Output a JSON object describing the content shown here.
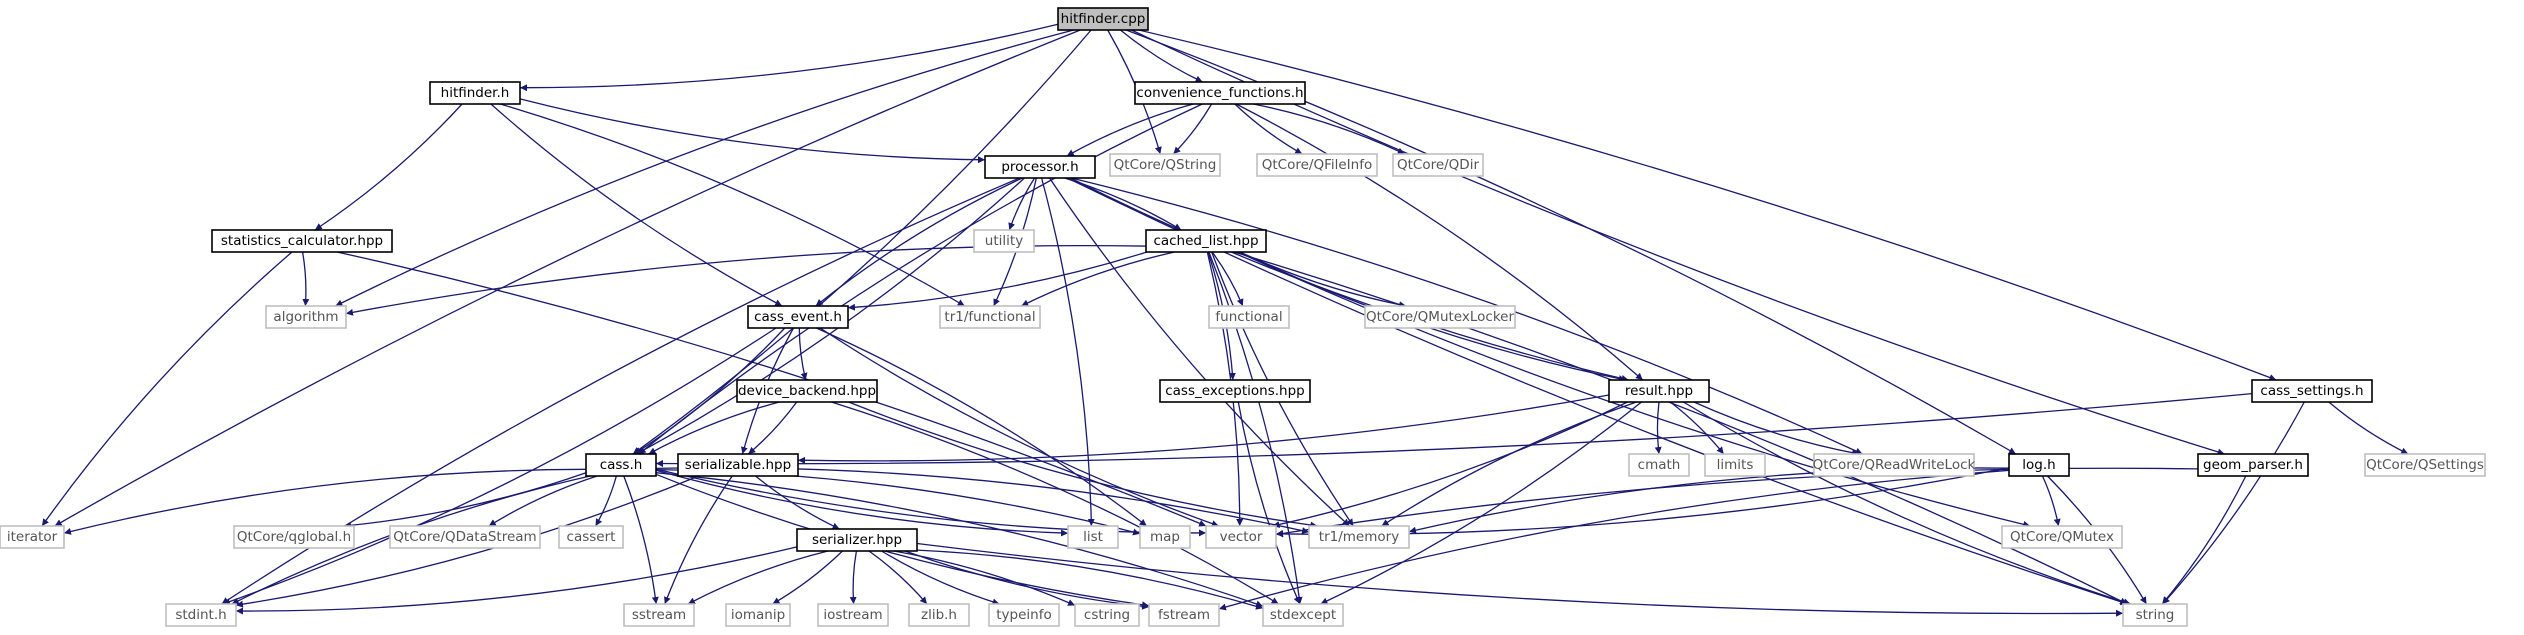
{
  "colors": {
    "edge": "#191970",
    "main_fill": "#bfbfbf",
    "node_border_local": "#000000",
    "node_border_external": "#bfbfbf",
    "external_text": "#555555"
  },
  "nodes": [
    {
      "id": "hitfinder_cpp",
      "label": "hitfinder.cpp",
      "kind": "main"
    },
    {
      "id": "hitfinder_h",
      "label": "hitfinder.h",
      "kind": "local"
    },
    {
      "id": "convenience_functions_h",
      "label": "convenience_functions.h",
      "kind": "local"
    },
    {
      "id": "processor_h",
      "label": "processor.h",
      "kind": "local"
    },
    {
      "id": "qtcore_qstring",
      "label": "QtCore/QString",
      "kind": "external"
    },
    {
      "id": "qtcore_qfileinfo",
      "label": "QtCore/QFileInfo",
      "kind": "external"
    },
    {
      "id": "qtcore_qdir",
      "label": "QtCore/QDir",
      "kind": "external"
    },
    {
      "id": "utility",
      "label": "utility",
      "kind": "external"
    },
    {
      "id": "statistics_calculator_hpp",
      "label": "statistics_calculator.hpp",
      "kind": "local"
    },
    {
      "id": "cached_list_hpp",
      "label": "cached_list.hpp",
      "kind": "local"
    },
    {
      "id": "algorithm",
      "label": "algorithm",
      "kind": "external"
    },
    {
      "id": "tr1_functional",
      "label": "tr1/functional",
      "kind": "external"
    },
    {
      "id": "functional",
      "label": "functional",
      "kind": "external"
    },
    {
      "id": "qtcore_qmutexlocker",
      "label": "QtCore/QMutexLocker",
      "kind": "external"
    },
    {
      "id": "cass_event_h",
      "label": "cass_event.h",
      "kind": "local"
    },
    {
      "id": "device_backend_hpp",
      "label": "device_backend.hpp",
      "kind": "local"
    },
    {
      "id": "cass_exceptions_hpp",
      "label": "cass_exceptions.hpp",
      "kind": "local"
    },
    {
      "id": "result_hpp",
      "label": "result.hpp",
      "kind": "local"
    },
    {
      "id": "cass_settings_h",
      "label": "cass_settings.h",
      "kind": "local"
    },
    {
      "id": "qtcore_qsettings",
      "label": "QtCore/QSettings",
      "kind": "external"
    },
    {
      "id": "cass_h",
      "label": "cass.h",
      "kind": "local"
    },
    {
      "id": "serializable_hpp",
      "label": "serializable.hpp",
      "kind": "local"
    },
    {
      "id": "cmath",
      "label": "cmath",
      "kind": "external"
    },
    {
      "id": "limits",
      "label": "limits",
      "kind": "external"
    },
    {
      "id": "qtcore_qreadwritelock",
      "label": "QtCore/QReadWriteLock",
      "kind": "external"
    },
    {
      "id": "log_h",
      "label": "log.h",
      "kind": "local"
    },
    {
      "id": "geom_parser_h",
      "label": "geom_parser.h",
      "kind": "local"
    },
    {
      "id": "iterator",
      "label": "iterator",
      "kind": "external"
    },
    {
      "id": "qtcore_qglobal_h",
      "label": "QtCore/qglobal.h",
      "kind": "external"
    },
    {
      "id": "qtcore_qdatastream",
      "label": "QtCore/QDataStream",
      "kind": "external"
    },
    {
      "id": "cassert",
      "label": "cassert",
      "kind": "external"
    },
    {
      "id": "list",
      "label": "list",
      "kind": "external"
    },
    {
      "id": "map",
      "label": "map",
      "kind": "external"
    },
    {
      "id": "vector",
      "label": "vector",
      "kind": "external"
    },
    {
      "id": "tr1_memory",
      "label": "tr1/memory",
      "kind": "external"
    },
    {
      "id": "qtcore_qmutex",
      "label": "QtCore/QMutex",
      "kind": "external"
    },
    {
      "id": "serializer_hpp",
      "label": "serializer.hpp",
      "kind": "local"
    },
    {
      "id": "stdint_h",
      "label": "stdint.h",
      "kind": "external"
    },
    {
      "id": "sstream",
      "label": "sstream",
      "kind": "external"
    },
    {
      "id": "iomanip",
      "label": "iomanip",
      "kind": "external"
    },
    {
      "id": "iostream",
      "label": "iostream",
      "kind": "external"
    },
    {
      "id": "zlib_h",
      "label": "zlib.h",
      "kind": "external"
    },
    {
      "id": "typeinfo",
      "label": "typeinfo",
      "kind": "external"
    },
    {
      "id": "cstring",
      "label": "cstring",
      "kind": "external"
    },
    {
      "id": "fstream",
      "label": "fstream",
      "kind": "external"
    },
    {
      "id": "stdexcept",
      "label": "stdexcept",
      "kind": "external"
    },
    {
      "id": "string",
      "label": "string",
      "kind": "external"
    }
  ],
  "edges": [
    [
      "hitfinder_cpp",
      "hitfinder_h"
    ],
    [
      "hitfinder_cpp",
      "convenience_functions_h"
    ],
    [
      "hitfinder_cpp",
      "qtcore_qstring"
    ],
    [
      "hitfinder_cpp",
      "algorithm"
    ],
    [
      "hitfinder_cpp",
      "cass_h"
    ],
    [
      "hitfinder_cpp",
      "iterator"
    ],
    [
      "hitfinder_cpp",
      "log_h"
    ],
    [
      "hitfinder_cpp",
      "geom_parser_h"
    ],
    [
      "hitfinder_cpp",
      "cass_settings_h"
    ],
    [
      "hitfinder_h",
      "processor_h"
    ],
    [
      "hitfinder_h",
      "statistics_calculator_hpp"
    ],
    [
      "hitfinder_h",
      "cass_event_h"
    ],
    [
      "hitfinder_h",
      "tr1_functional"
    ],
    [
      "convenience_functions_h",
      "processor_h"
    ],
    [
      "convenience_functions_h",
      "qtcore_qstring"
    ],
    [
      "convenience_functions_h",
      "qtcore_qfileinfo"
    ],
    [
      "convenience_functions_h",
      "qtcore_qdir"
    ],
    [
      "convenience_functions_h",
      "cass_h"
    ],
    [
      "convenience_functions_h",
      "result_hpp"
    ],
    [
      "processor_h",
      "utility"
    ],
    [
      "processor_h",
      "cached_list_hpp"
    ],
    [
      "processor_h",
      "cass_event_h"
    ],
    [
      "processor_h",
      "cass_h"
    ],
    [
      "processor_h",
      "result_hpp"
    ],
    [
      "processor_h",
      "list"
    ],
    [
      "processor_h",
      "stdint_h"
    ],
    [
      "processor_h",
      "tr1_functional"
    ],
    [
      "processor_h",
      "tr1_memory"
    ],
    [
      "processor_h",
      "qtcore_qreadwritelock"
    ],
    [
      "processor_h",
      "string"
    ],
    [
      "statistics_calculator_hpp",
      "algorithm"
    ],
    [
      "statistics_calculator_hpp",
      "iterator"
    ],
    [
      "statistics_calculator_hpp",
      "vector"
    ],
    [
      "cached_list_hpp",
      "algorithm"
    ],
    [
      "cached_list_hpp",
      "cass_event_h"
    ],
    [
      "cached_list_hpp",
      "tr1_functional"
    ],
    [
      "cached_list_hpp",
      "functional"
    ],
    [
      "cached_list_hpp",
      "qtcore_qmutexlocker"
    ],
    [
      "cached_list_hpp",
      "cass_exceptions_hpp"
    ],
    [
      "cached_list_hpp",
      "result_hpp"
    ],
    [
      "cached_list_hpp",
      "vector"
    ],
    [
      "cached_list_hpp",
      "tr1_memory"
    ],
    [
      "cached_list_hpp",
      "stdexcept"
    ],
    [
      "cached_list_hpp",
      "qtcore_qmutex"
    ],
    [
      "cached_list_hpp",
      "string"
    ],
    [
      "cass_event_h",
      "device_backend_hpp"
    ],
    [
      "cass_event_h",
      "cass_h"
    ],
    [
      "cass_event_h",
      "serializable_hpp"
    ],
    [
      "cass_event_h",
      "map"
    ],
    [
      "cass_event_h",
      "vector"
    ],
    [
      "cass_event_h",
      "stdint_h"
    ],
    [
      "device_backend_hpp",
      "cass_h"
    ],
    [
      "device_backend_hpp",
      "serializable_hpp"
    ],
    [
      "device_backend_hpp",
      "tr1_memory"
    ],
    [
      "device_backend_hpp",
      "stdexcept"
    ],
    [
      "cass_exceptions_hpp",
      "stdexcept"
    ],
    [
      "result_hpp",
      "serializable_hpp"
    ],
    [
      "result_hpp",
      "cmath"
    ],
    [
      "result_hpp",
      "limits"
    ],
    [
      "result_hpp",
      "qtcore_qreadwritelock"
    ],
    [
      "result_hpp",
      "vector"
    ],
    [
      "result_hpp",
      "tr1_memory"
    ],
    [
      "result_hpp",
      "stdexcept"
    ],
    [
      "result_hpp",
      "string"
    ],
    [
      "cass_settings_h",
      "cass_h"
    ],
    [
      "cass_settings_h",
      "qtcore_qsettings"
    ],
    [
      "cass_settings_h",
      "string"
    ],
    [
      "cass_h",
      "iterator"
    ],
    [
      "cass_h",
      "qtcore_qglobal_h"
    ],
    [
      "cass_h",
      "qtcore_qdatastream"
    ],
    [
      "cass_h",
      "cassert"
    ],
    [
      "cass_h",
      "list"
    ],
    [
      "cass_h",
      "map"
    ],
    [
      "cass_h",
      "vector"
    ],
    [
      "cass_h",
      "tr1_memory"
    ],
    [
      "cass_h",
      "stdint_h"
    ],
    [
      "cass_h",
      "sstream"
    ],
    [
      "cass_h",
      "fstream"
    ],
    [
      "cass_h",
      "stdexcept"
    ],
    [
      "serializable_hpp",
      "serializer_hpp"
    ],
    [
      "serializable_hpp",
      "stdint_h"
    ],
    [
      "serializable_hpp",
      "sstream"
    ],
    [
      "serializer_hpp",
      "stdint_h"
    ],
    [
      "serializer_hpp",
      "sstream"
    ],
    [
      "serializer_hpp",
      "iomanip"
    ],
    [
      "serializer_hpp",
      "iostream"
    ],
    [
      "serializer_hpp",
      "zlib_h"
    ],
    [
      "serializer_hpp",
      "typeinfo"
    ],
    [
      "serializer_hpp",
      "cstring"
    ],
    [
      "serializer_hpp",
      "fstream"
    ],
    [
      "serializer_hpp",
      "stdexcept"
    ],
    [
      "serializer_hpp",
      "string"
    ],
    [
      "log_h",
      "vector"
    ],
    [
      "log_h",
      "tr1_memory"
    ],
    [
      "log_h",
      "qtcore_qmutex"
    ],
    [
      "log_h",
      "fstream"
    ],
    [
      "log_h",
      "string"
    ],
    [
      "geom_parser_h",
      "vector"
    ],
    [
      "geom_parser_h",
      "string"
    ]
  ]
}
